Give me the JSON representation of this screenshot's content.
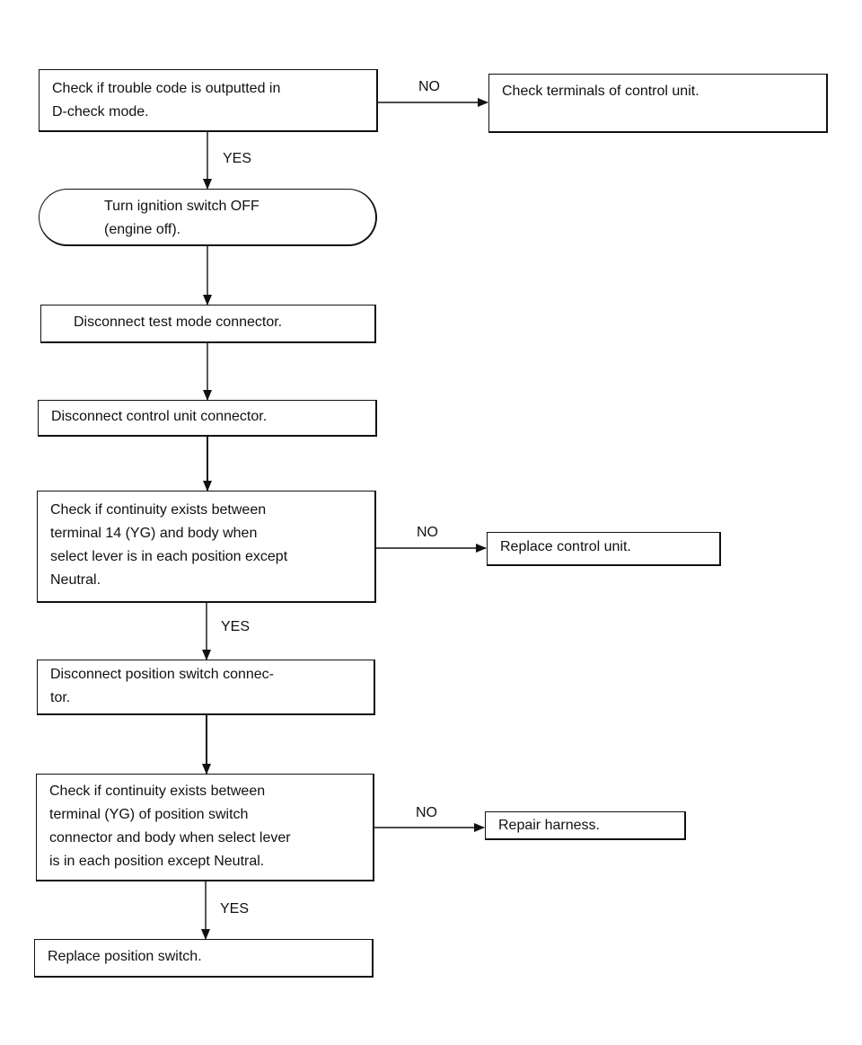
{
  "steps": {
    "check_trouble_code": "Check if trouble code is outputted in\nD-check mode.",
    "check_terminals": "Check terminals of control unit.",
    "turn_ignition_off": "Turn ignition switch OFF\n(engine off).",
    "disconnect_test_mode": "Disconnect test mode connector.",
    "disconnect_control_unit": "Disconnect control unit connector.",
    "check_continuity_14": "Check if continuity exists between\nterminal 14 (YG) and body when\nselect lever is in each position except\nNeutral.",
    "replace_control_unit": "Replace control unit.",
    "disconnect_position_switch": "Disconnect position switch connec-\ntor.",
    "check_continuity_yg": "Check if continuity exists between\nterminal (YG) of position switch\nconnector and body when select lever\nis in each position except Neutral.",
    "repair_harness": "Repair harness.",
    "replace_position_switch": "Replace position switch."
  },
  "labels": {
    "no_1": "NO",
    "yes_1": "YES",
    "no_2": "NO",
    "yes_2": "YES",
    "no_3": "NO",
    "yes_3": "YES"
  }
}
